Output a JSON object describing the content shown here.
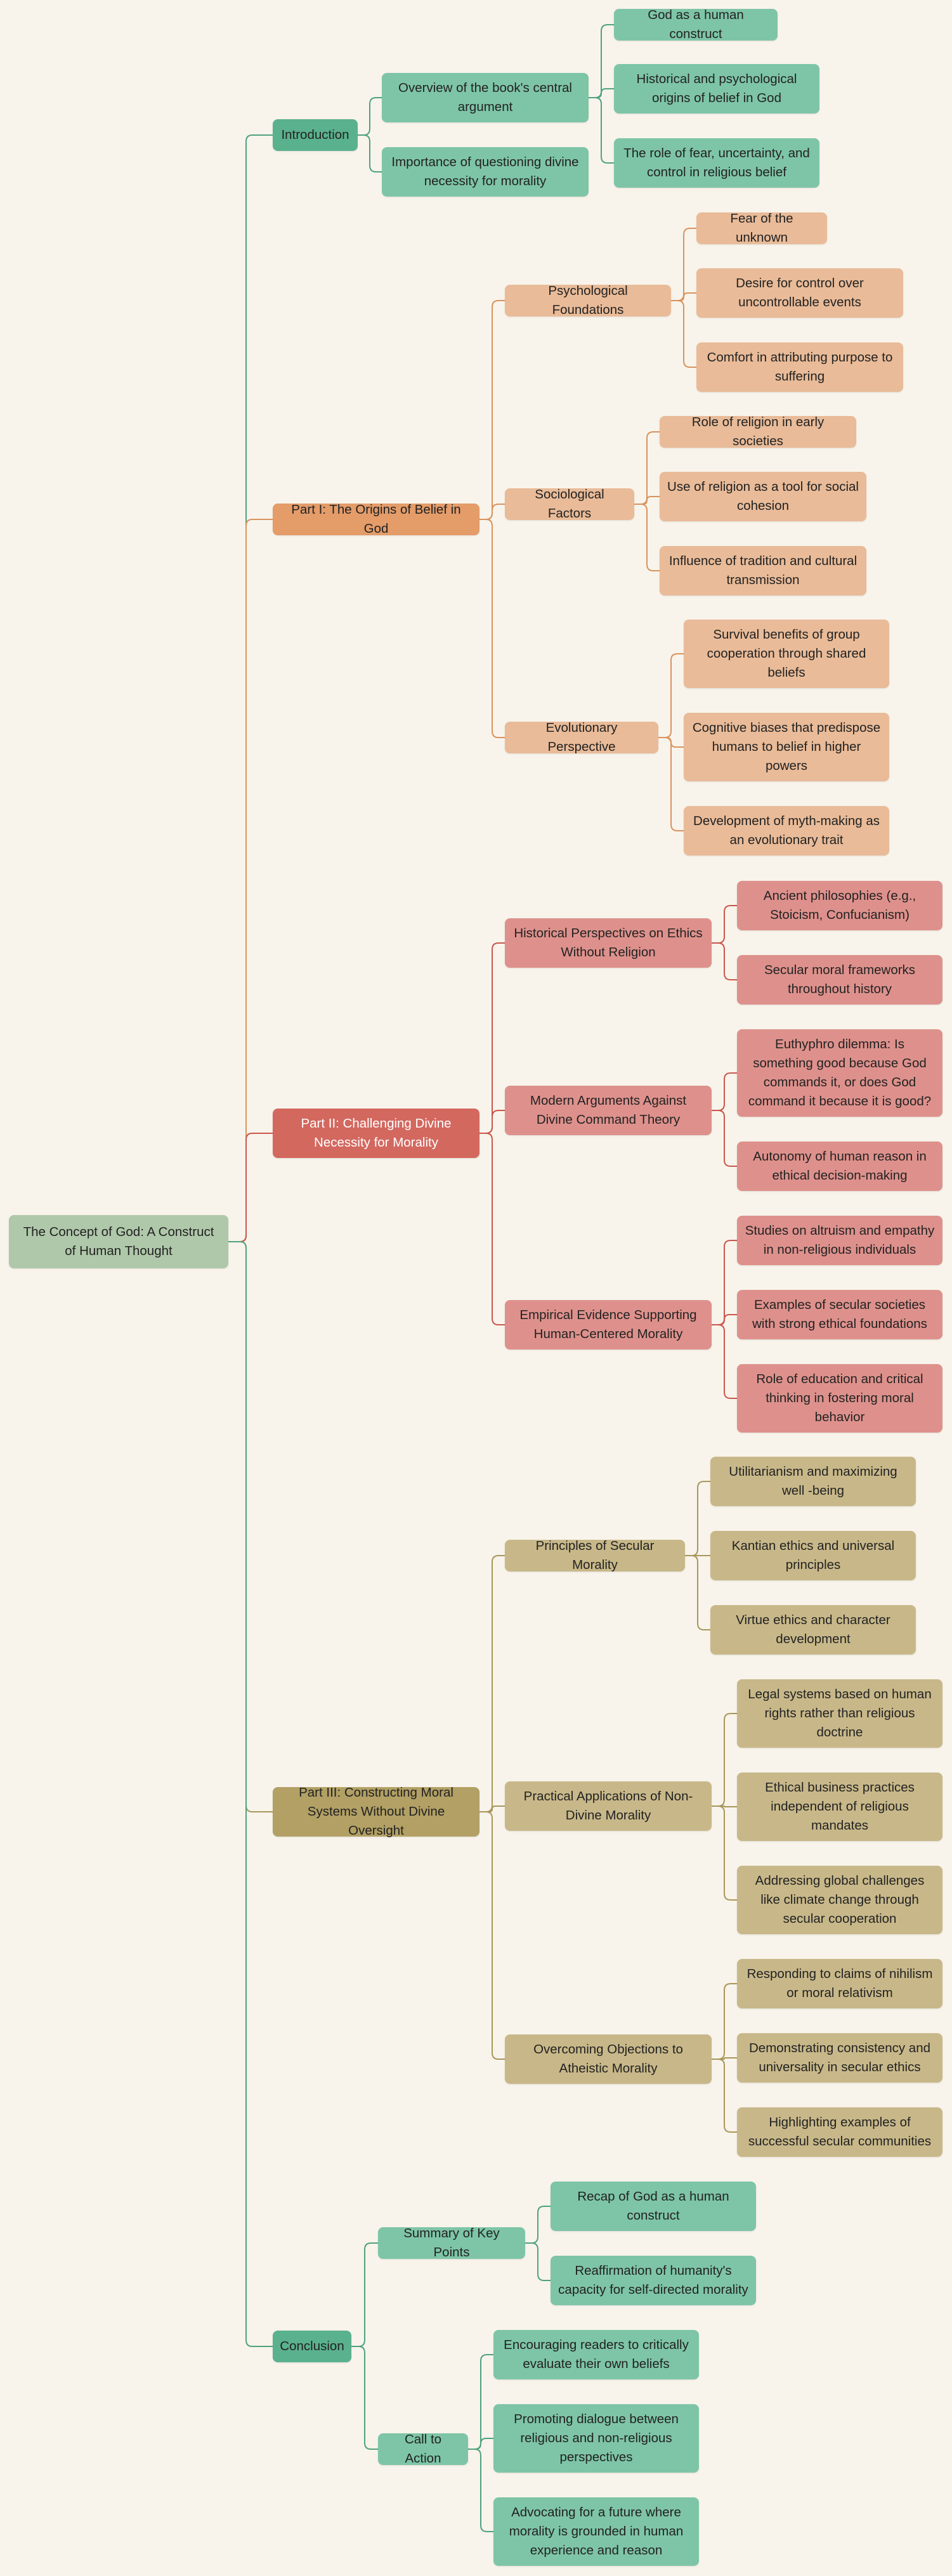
{
  "colors": {
    "background": "#f8f4eb",
    "root": "#b0c8aa",
    "intro_main": "#5ab18d",
    "intro_sub": "#7ec5a7",
    "part1_main": "#e49c69",
    "part1_sub": "#e9bb98",
    "part2_main": "#d3685f",
    "part2_sub": "#de918c",
    "part3_main": "#b2a064",
    "part3_sub": "#c8b889",
    "conclusion_main": "#5ab18d",
    "conclusion_sub": "#7ec5a7"
  },
  "mindmap": {
    "root": "The Concept of God: A Construct of Human Thought",
    "branches": [
      {
        "key": "intro",
        "label": "Introduction",
        "children": [
          {
            "label": "Overview of the book's central argument",
            "children": [
              "God as a human construct",
              "Historical and psychological origins of belief in God",
              "The role of fear, uncertainty, and control in religious belief"
            ]
          },
          {
            "label": "Importance of questioning divine necessity for morality",
            "children": []
          }
        ]
      },
      {
        "key": "part1",
        "label": "Part I: The Origins of Belief in God",
        "children": [
          {
            "label": "Psychological Foundations",
            "children": [
              "Fear of the unknown",
              "Desire for control over uncontrollable events",
              "Comfort in attributing purpose to suffering"
            ]
          },
          {
            "label": "Sociological Factors",
            "children": [
              "Role of religion in early societies",
              "Use of religion as a tool for social cohesion",
              "Influence of tradition and cultural transmission"
            ]
          },
          {
            "label": "Evolutionary Perspective",
            "children": [
              "Survival benefits of group cooperation through shared beliefs",
              "Cognitive biases that predispose humans to belief in higher powers",
              "Development of myth-making as an evolutionary trait"
            ]
          }
        ]
      },
      {
        "key": "part2",
        "label": "Part II: Challenging Divine Necessity for Morality",
        "children": [
          {
            "label": "Historical Perspectives on Ethics Without Religion",
            "children": [
              "Ancient philosophies (e.g., Stoicism, Confucianism)",
              "Secular moral frameworks throughout history"
            ]
          },
          {
            "label": "Modern Arguments Against Divine Command Theory",
            "children": [
              "Euthyphro dilemma: Is something good because God commands it, or does God command it because it is good?",
              "Autonomy of human reason in ethical decision-making"
            ]
          },
          {
            "label": "Empirical Evidence Supporting Human-Centered Morality",
            "children": [
              "Studies on altruism and empathy in non-religious individuals",
              "Examples of secular societies with strong ethical foundations",
              "Role of education and critical thinking in fostering moral behavior"
            ]
          }
        ]
      },
      {
        "key": "part3",
        "label": "Part III: Constructing Moral Systems Without Divine Oversight",
        "children": [
          {
            "label": "Principles of Secular Morality",
            "children": [
              "Utilitarianism and maximizing well -being",
              "Kantian ethics and universal principles",
              "Virtue ethics and character development"
            ]
          },
          {
            "label": "Practical Applications of Non-Divine Morality",
            "children": [
              "Legal systems based on human rights rather than religious doctrine",
              "Ethical business practices independent of religious mandates",
              "Addressing global challenges like climate change through secular cooperation"
            ]
          },
          {
            "label": "Overcoming Objections to Atheistic Morality",
            "children": [
              "Responding to claims of nihilism or moral relativism",
              "Demonstrating consistency and universality in secular ethics",
              "Highlighting examples of successful secular communities"
            ]
          }
        ]
      },
      {
        "key": "conclusion",
        "label": "Conclusion",
        "children": [
          {
            "label": "Summary of Key Points",
            "children": [
              "Recap of God as a human construct",
              "Reaffirmation of humanity's capacity for self-directed morality"
            ]
          },
          {
            "label": "Call to Action",
            "children": [
              "Encouraging readers to critically evaluate their own beliefs",
              "Promoting dialogue between religious and non-religious perspectives",
              "Advocating for a future where morality is grounded in human experience and reason"
            ]
          }
        ]
      }
    ]
  }
}
